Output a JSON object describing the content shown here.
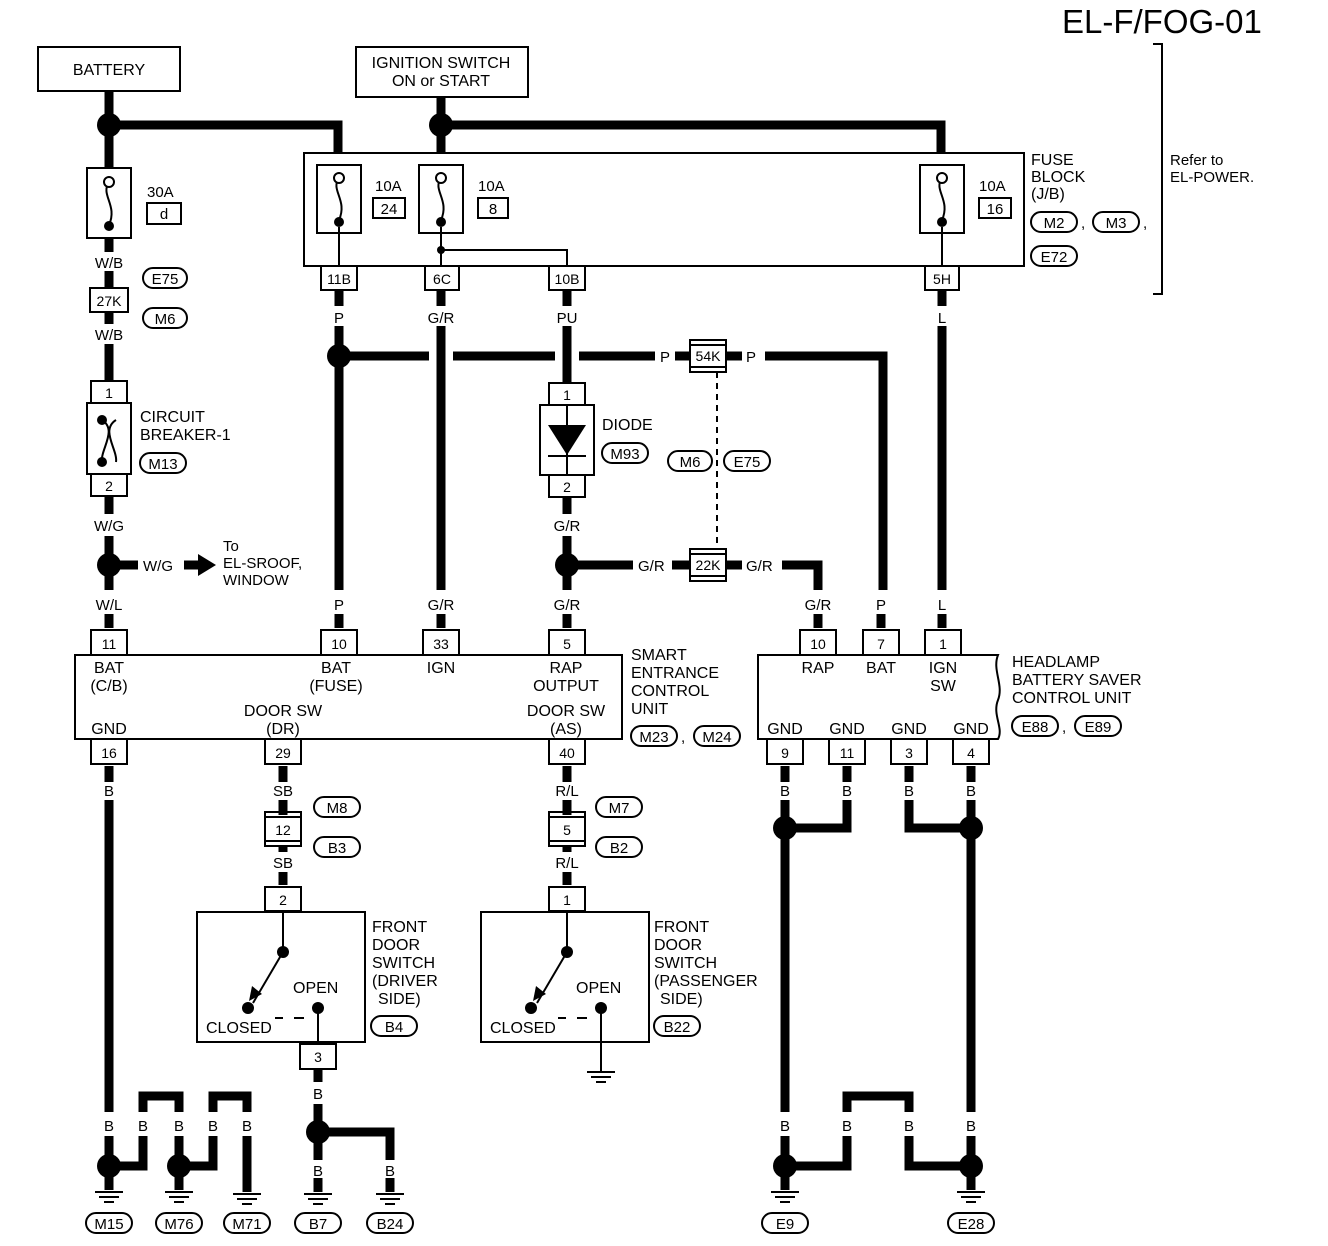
{
  "title": "EL-F/FOG-01",
  "sources": {
    "battery": "BATTERY",
    "ignition_line1": "IGNITION SWITCH",
    "ignition_line2": "ON or START"
  },
  "fuse_block": {
    "label": [
      "FUSE",
      "BLOCK",
      "(J/B)"
    ],
    "connectors": [
      "M2",
      "M3",
      "E72"
    ],
    "comma": ",",
    "refer": [
      "Refer to",
      "EL-POWER."
    ],
    "fuses": [
      {
        "rating": "10A",
        "number": "24",
        "terminal": "11B"
      },
      {
        "rating": "10A",
        "number": "8",
        "terminal": "6C"
      },
      {
        "rating": "10A",
        "number": "16",
        "terminal": "5H"
      }
    ],
    "extra_terminal": "10B"
  },
  "main_fuse": {
    "rating": "30A",
    "number": "d"
  },
  "left_branch": {
    "wire_wb": "W/B",
    "joint_connector": "27K",
    "conn_e75": "E75",
    "conn_m6": "M6",
    "circuit_breaker": [
      "CIRCUIT",
      "BREAKER-1"
    ],
    "cb_conn": "M13",
    "cb_pin1": "1",
    "cb_pin2": "2",
    "wire_wg": "W/G",
    "wire_wl": "W/L",
    "to_label": [
      "To",
      "EL-SROOF,",
      "WINDOW"
    ]
  },
  "wires": {
    "p": "P",
    "gr": "G/R",
    "pu": "PU",
    "l": "L",
    "b": "B",
    "sb": "SB",
    "rl": "R/L"
  },
  "joint_54k": "54K",
  "joint_22k": "22K",
  "diode": {
    "label": "DIODE",
    "conn": "M93",
    "pin1": "1",
    "pin2": "2"
  },
  "jc_conns": [
    "M6",
    "E75"
  ],
  "smart_unit": {
    "label": [
      "SMART",
      "ENTRANCE",
      "CONTROL",
      "UNIT"
    ],
    "conns": [
      "M23",
      "M24"
    ],
    "pins_top": [
      {
        "pin": "11",
        "name": "BAT",
        "sub": "(C/B)"
      },
      {
        "pin": "10",
        "name": "BAT",
        "sub": "(FUSE)"
      },
      {
        "pin": "33",
        "name": "IGN",
        "sub": ""
      },
      {
        "pin": "5",
        "name": "RAP",
        "sub": "OUTPUT"
      }
    ],
    "pins_bottom": [
      {
        "pin": "16",
        "name": "GND",
        "sub": ""
      },
      {
        "pin": "29",
        "name": "DOOR SW",
        "sub": "(DR)"
      },
      {
        "pin": "40",
        "name": "DOOR SW",
        "sub": "(AS)"
      }
    ]
  },
  "headlamp_unit": {
    "label": [
      "HEADLAMP",
      "BATTERY SAVER",
      "CONTROL UNIT"
    ],
    "conns": [
      "E88",
      "E89"
    ],
    "pins_top": [
      {
        "pin": "10",
        "name": "RAP"
      },
      {
        "pin": "7",
        "name": "BAT"
      },
      {
        "pin": "1",
        "name": "IGN",
        "sub": "SW"
      }
    ],
    "pins_bottom": [
      {
        "pin": "9",
        "name": "GND"
      },
      {
        "pin": "11",
        "name": "GND"
      },
      {
        "pin": "3",
        "name": "GND"
      },
      {
        "pin": "4",
        "name": "GND"
      }
    ]
  },
  "dr_conn": {
    "pin": "12",
    "conn_top": "M8",
    "conn_bottom": "B3"
  },
  "as_conn": {
    "pin": "5",
    "conn_top": "M7",
    "conn_bottom": "B2"
  },
  "driver_switch": {
    "label": [
      "FRONT",
      "DOOR",
      "SWITCH",
      "(DRIVER",
      "SIDE)"
    ],
    "conn": "B4",
    "pin_top": "2",
    "pin_bottom": "3",
    "closed": "CLOSED",
    "open": "OPEN"
  },
  "passenger_switch": {
    "label": [
      "FRONT",
      "DOOR",
      "SWITCH",
      "(PASSENGER",
      "SIDE)"
    ],
    "conn": "B22",
    "pin_top": "1",
    "closed": "CLOSED",
    "open": "OPEN"
  },
  "grounds": [
    "M15",
    "M76",
    "M71",
    "B7",
    "B24",
    "E9",
    "E28"
  ]
}
